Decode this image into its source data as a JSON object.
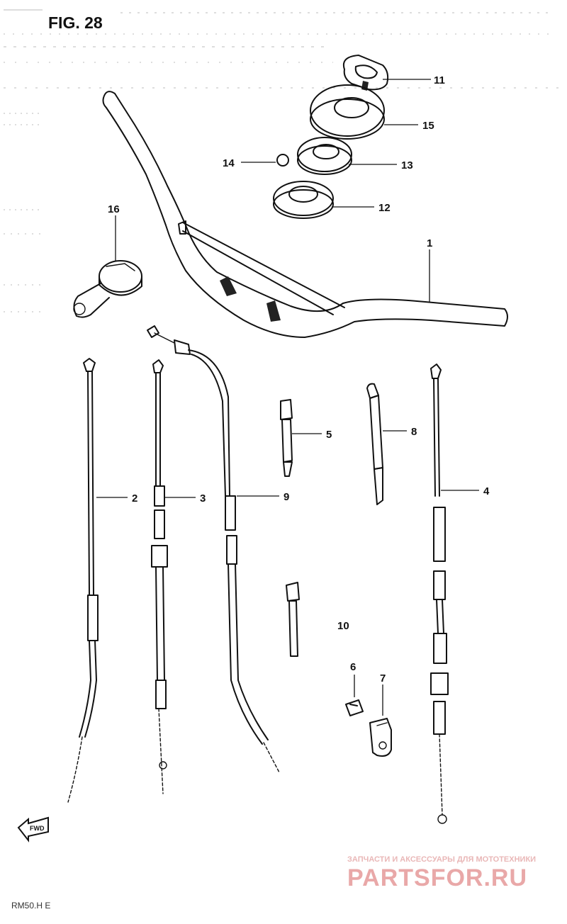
{
  "figure": {
    "title": "FIG. 28"
  },
  "callouts": [
    {
      "id": "1",
      "name": "callout-1"
    },
    {
      "id": "2",
      "name": "callout-2"
    },
    {
      "id": "3",
      "name": "callout-3"
    },
    {
      "id": "4",
      "name": "callout-4"
    },
    {
      "id": "5",
      "name": "callout-5"
    },
    {
      "id": "6",
      "name": "callout-6"
    },
    {
      "id": "7",
      "name": "callout-7"
    },
    {
      "id": "8",
      "name": "callout-8"
    },
    {
      "id": "9",
      "name": "callout-9"
    },
    {
      "id": "10",
      "name": "callout-10"
    },
    {
      "id": "11",
      "name": "callout-11"
    },
    {
      "id": "12",
      "name": "callout-12"
    },
    {
      "id": "13",
      "name": "callout-13"
    },
    {
      "id": "14",
      "name": "callout-14"
    },
    {
      "id": "15",
      "name": "callout-15"
    },
    {
      "id": "16",
      "name": "callout-16"
    }
  ],
  "direction_mark": "FWD",
  "footer_code": "RM50.H E",
  "watermark": {
    "tagline": "ЗАПЧАСТИ И АКСЕССУАРЫ ДЛЯ МОТОТЕХНИКИ",
    "brand": "PARTSFOR.RU"
  }
}
